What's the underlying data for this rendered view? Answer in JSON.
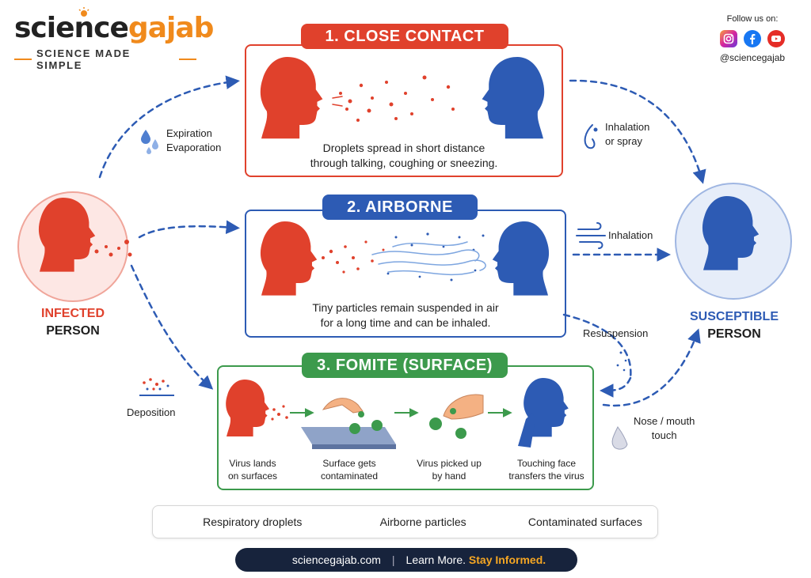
{
  "brand": {
    "name_a": "science",
    "name_b": "gajab",
    "tagline": "SCIENCE MADE SIMPLE"
  },
  "social": {
    "follow_label": "Follow us on:",
    "icons": [
      "instagram-icon",
      "facebook-icon",
      "youtube-icon"
    ],
    "handle": "@sciencegajab"
  },
  "infected": {
    "line1": "INFECTED",
    "line2": "PERSON"
  },
  "susceptible": {
    "line1": "SUSCEPTIBLE",
    "line2": "PERSON"
  },
  "routes": [
    {
      "title": "1. CLOSE CONTACT",
      "desc1": "Droplets spread in short distance",
      "desc2": "through talking, coughing or sneezing.",
      "color": "#e0412c"
    },
    {
      "title": "2. AIRBORNE",
      "desc1": "Tiny particles remain suspended in air",
      "desc2": "for a long time and can be inhaled.",
      "color": "#2d5bb4"
    },
    {
      "title": "3. FOMITE (SURFACE)",
      "color": "#3c9a4c",
      "steps": [
        {
          "l1": "Virus lands",
          "l2": "on surfaces"
        },
        {
          "l1": "Surface gets",
          "l2": "contaminated"
        },
        {
          "l1": "Virus picked up",
          "l2": "by hand"
        },
        {
          "l1": "Touching face",
          "l2": "transfers the virus"
        }
      ]
    }
  ],
  "labels": {
    "expiration": "Expiration",
    "evaporation": "Evaporation",
    "inhalation_spray_1": "Inhalation",
    "inhalation_spray_2": "or spray",
    "inhalation": "Inhalation",
    "resuspension": "Resuspension",
    "deposition": "Deposition",
    "nose_mouth_1": "Nose / mouth",
    "nose_mouth_2": "touch"
  },
  "legend": {
    "droplets": "Respiratory droplets",
    "airborne": "Airborne particles",
    "surfaces": "Contaminated surfaces"
  },
  "footer": {
    "site": "sciencegajab.com",
    "sep": "|",
    "learn": "Learn More.",
    "stay": "Stay Informed."
  },
  "colors": {
    "red": "#e0412c",
    "blue": "#2d5bb4",
    "green": "#3c9a4c",
    "orange": "#f08a1c",
    "navy": "#17233c"
  }
}
